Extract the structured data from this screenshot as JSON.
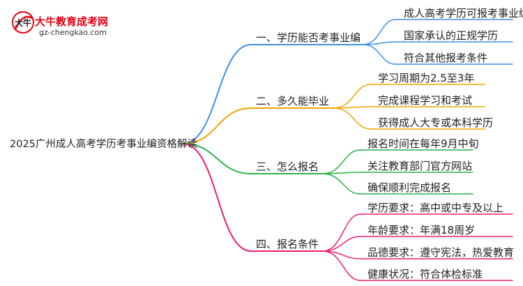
{
  "logo": {
    "name": "大牛教育成考网",
    "url": "gz-chengkao.com",
    "mark_text": "大牛"
  },
  "root": "2025广州成人高考学历考事业编资格解读",
  "branches": [
    {
      "label": "一、学历能否考事业编",
      "color": "#3d8ee8",
      "children": [
        "成人高考学历可报考事业编",
        "国家承认的正规学历",
        "符合其他报考条件"
      ]
    },
    {
      "label": "二、多久能毕业",
      "color": "#f0a500",
      "children": [
        "学习周期为2.5至3年",
        "完成课程学习和考试",
        "获得成人大专或本科学历"
      ]
    },
    {
      "label": "三、怎么报名",
      "color": "#27b24a",
      "children": [
        "报名时间在每年9月中旬",
        "关注教育部门官方网站",
        "确保顺利完成报名"
      ]
    },
    {
      "label": "四、报名条件",
      "color": "#ec1e6e",
      "children": [
        "学历要求：高中或中专及以上",
        "年龄要求：年满18周岁",
        "品德要求：遵守宪法，热爱教育",
        "健康状况：符合体检标准"
      ]
    }
  ]
}
